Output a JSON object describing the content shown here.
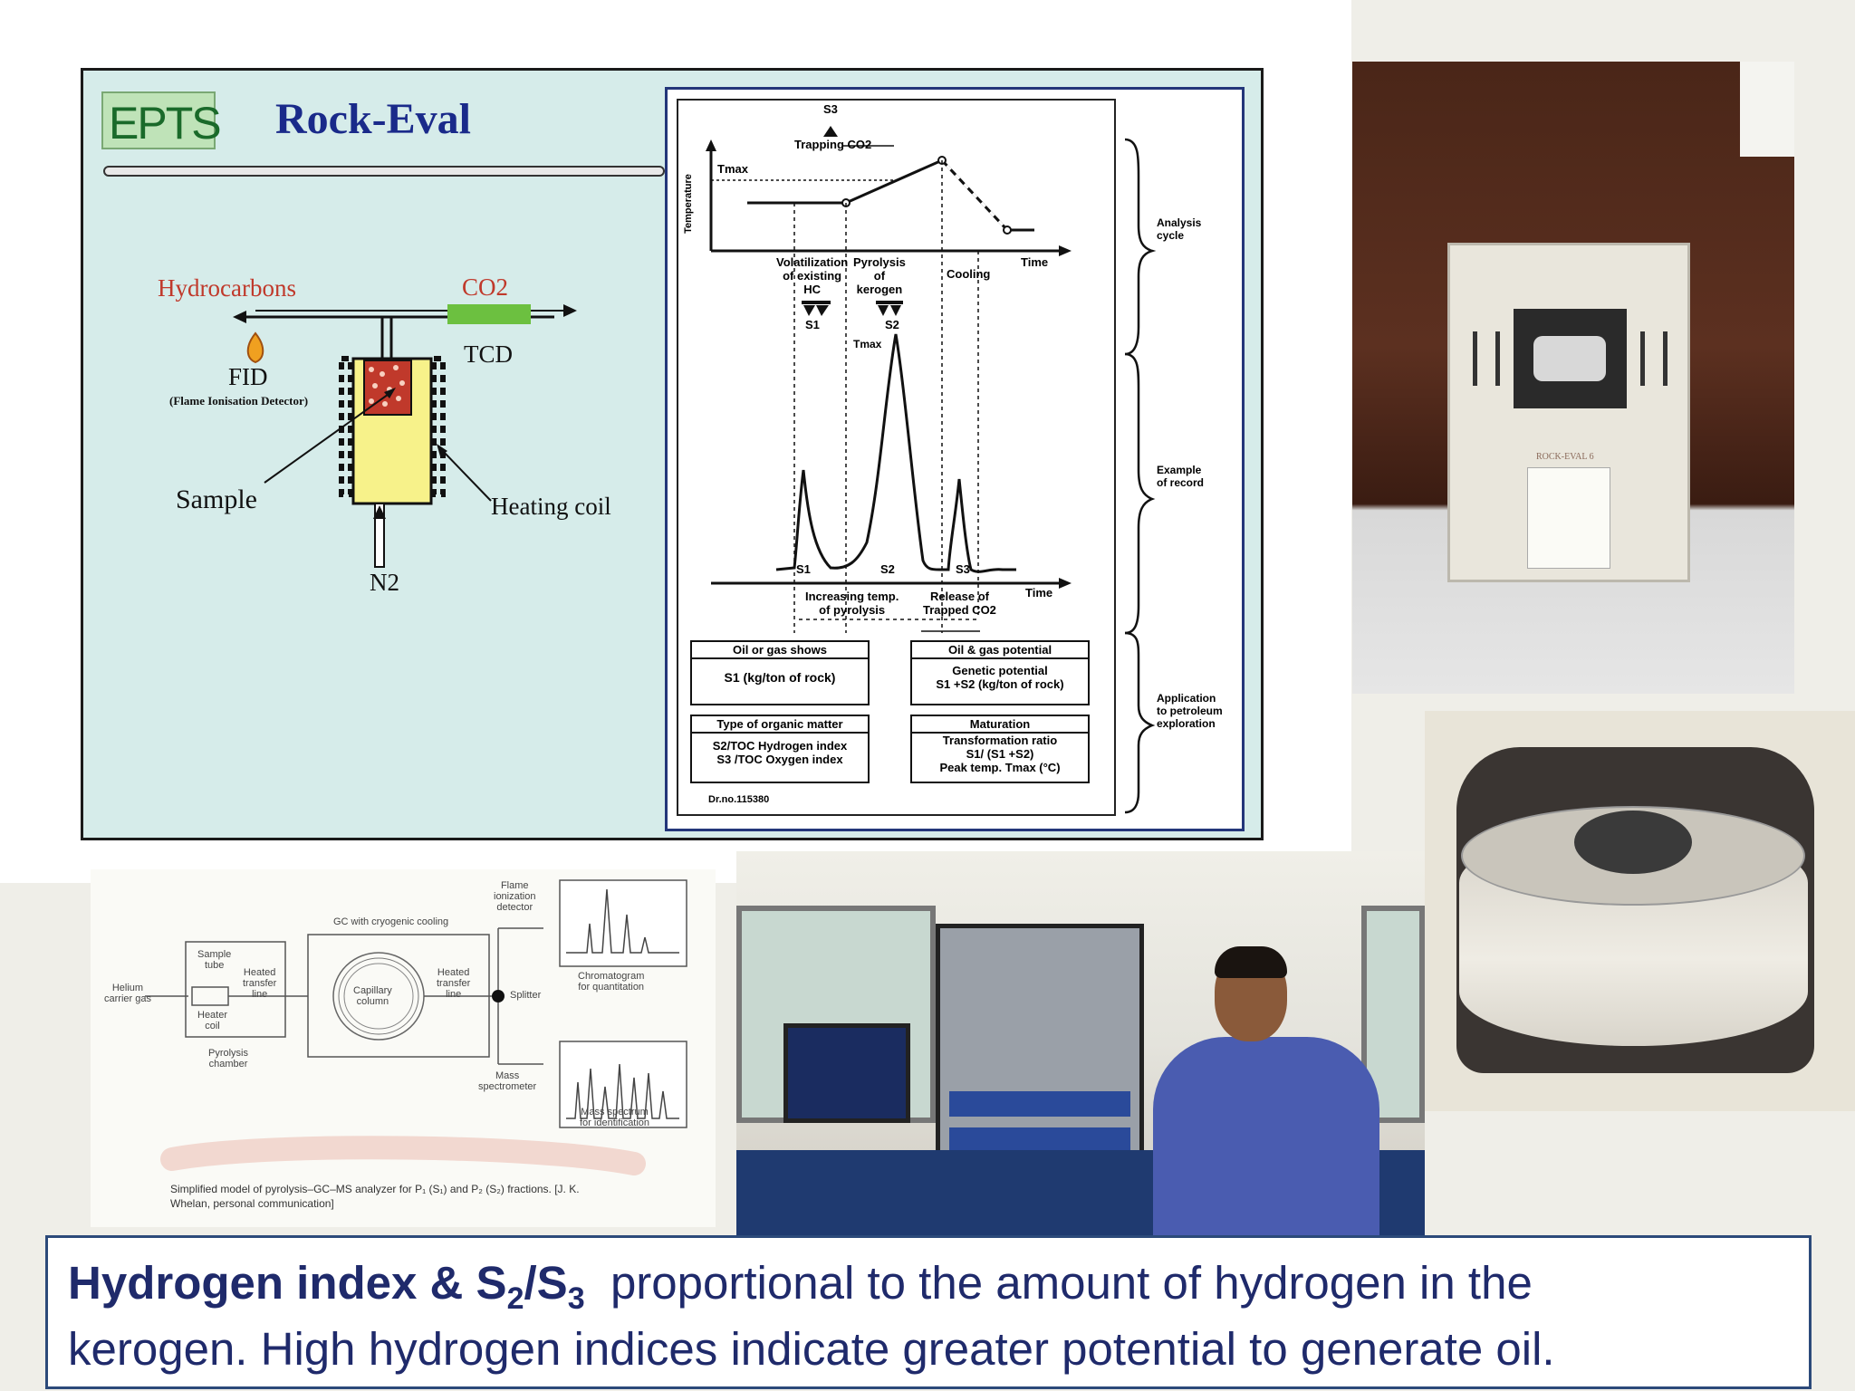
{
  "logo": {
    "text": "EPTS"
  },
  "rock_eval": {
    "title": "Rock-Eval",
    "labels": {
      "hydrocarbons": "Hydrocarbons",
      "co2": "CO2",
      "tcd": "TCD",
      "fid": "FID",
      "fid_full": "(Flame Ionisation Detector)",
      "sample": "Sample",
      "heating_coil": "Heating coil",
      "n2": "N2"
    }
  },
  "cycle_diagram": {
    "s3_top": "S3",
    "trapping": "Trapping CO2",
    "tmax": "Tmax",
    "temperature": "Temperature",
    "time": "Time",
    "volatilization": [
      "Volatilization",
      "of existing",
      "HC"
    ],
    "pyrolysis": [
      "Pyrolysis",
      "of",
      "kerogen"
    ],
    "cooling": "Cooling",
    "s1": "S1",
    "s2": "S2",
    "s3": "S3",
    "tmax_peak": "Tmax",
    "increasing": [
      "Increasing temp.",
      "of pyrolysis"
    ],
    "release": [
      "Release of",
      "Trapped CO2"
    ],
    "time2": "Time",
    "brace_labels": {
      "analysis": [
        "Analysis",
        "cycle"
      ],
      "example": [
        "Example",
        "of record"
      ],
      "application": [
        "Application",
        "to petroleum",
        "exploration"
      ]
    },
    "boxes": {
      "oil_gas_shows": "Oil or gas shows",
      "s1_kg": "S1 (kg/ton of rock)",
      "oil_gas_potential": "Oil & gas potential",
      "genetic_potential": [
        "Genetic potential",
        "S1 +S2 (kg/ton of rock)"
      ],
      "type_organic": "Type of organic matter",
      "hi_oi": [
        "S2/TOC Hydrogen index",
        "S3 /TOC Oxygen index"
      ],
      "maturation": "Maturation",
      "transformation": [
        "Transformation ratio",
        "S1/ (S1 +S2)",
        "Peak temp. Tmax (°C)"
      ]
    },
    "ref": "Dr.no.115380"
  },
  "gcms": {
    "helium": [
      "Helium",
      "carrier gas"
    ],
    "sample_tube": [
      "Sample",
      "tube"
    ],
    "heated_transfer": [
      "Heated",
      "transfer",
      "line"
    ],
    "heater_coil": [
      "Heater",
      "coil"
    ],
    "pyrolysis_chamber": [
      "Pyrolysis",
      "chamber"
    ],
    "gc_cooling": "GC with cryogenic cooling",
    "capillary": [
      "Capillary",
      "column"
    ],
    "heated_transfer2": [
      "Heated",
      "transfer",
      "line"
    ],
    "splitter": "Splitter",
    "flame_detector": [
      "Flame",
      "ionization",
      "detector"
    ],
    "chromatogram": [
      "Chromatogram",
      "for quantitation"
    ],
    "mass_spectrometer": [
      "Mass",
      "spectrometer"
    ],
    "mass_spectrum": [
      "Mass spectrum",
      "for identification"
    ],
    "caption": [
      "Simplified model of pyrolysis–GC–MS analyzer for P₁ (S₁) and P₂ (S₂) fractions. [J. K.",
      "Whelan, personal communication]"
    ]
  },
  "photos": {
    "instrument_label": "ROCK-EVAL 6"
  },
  "caption": {
    "bold_part": "Hydrogen index  & S",
    "sub1": "2",
    "slash": "/S",
    "sub2": "3",
    "rest_line1": "  proportional to the amount of hydrogen in the",
    "line2": "kerogen. High hydrogen indices indicate greater potential to generate oil."
  },
  "colors": {
    "panel_bg": "#d6ecea",
    "title_blue": "#1a2a8a",
    "label_red": "#c0392b",
    "co2_green": "#6cc040",
    "caption_text": "#1f2a6b",
    "caption_border": "#2c4a7a"
  }
}
